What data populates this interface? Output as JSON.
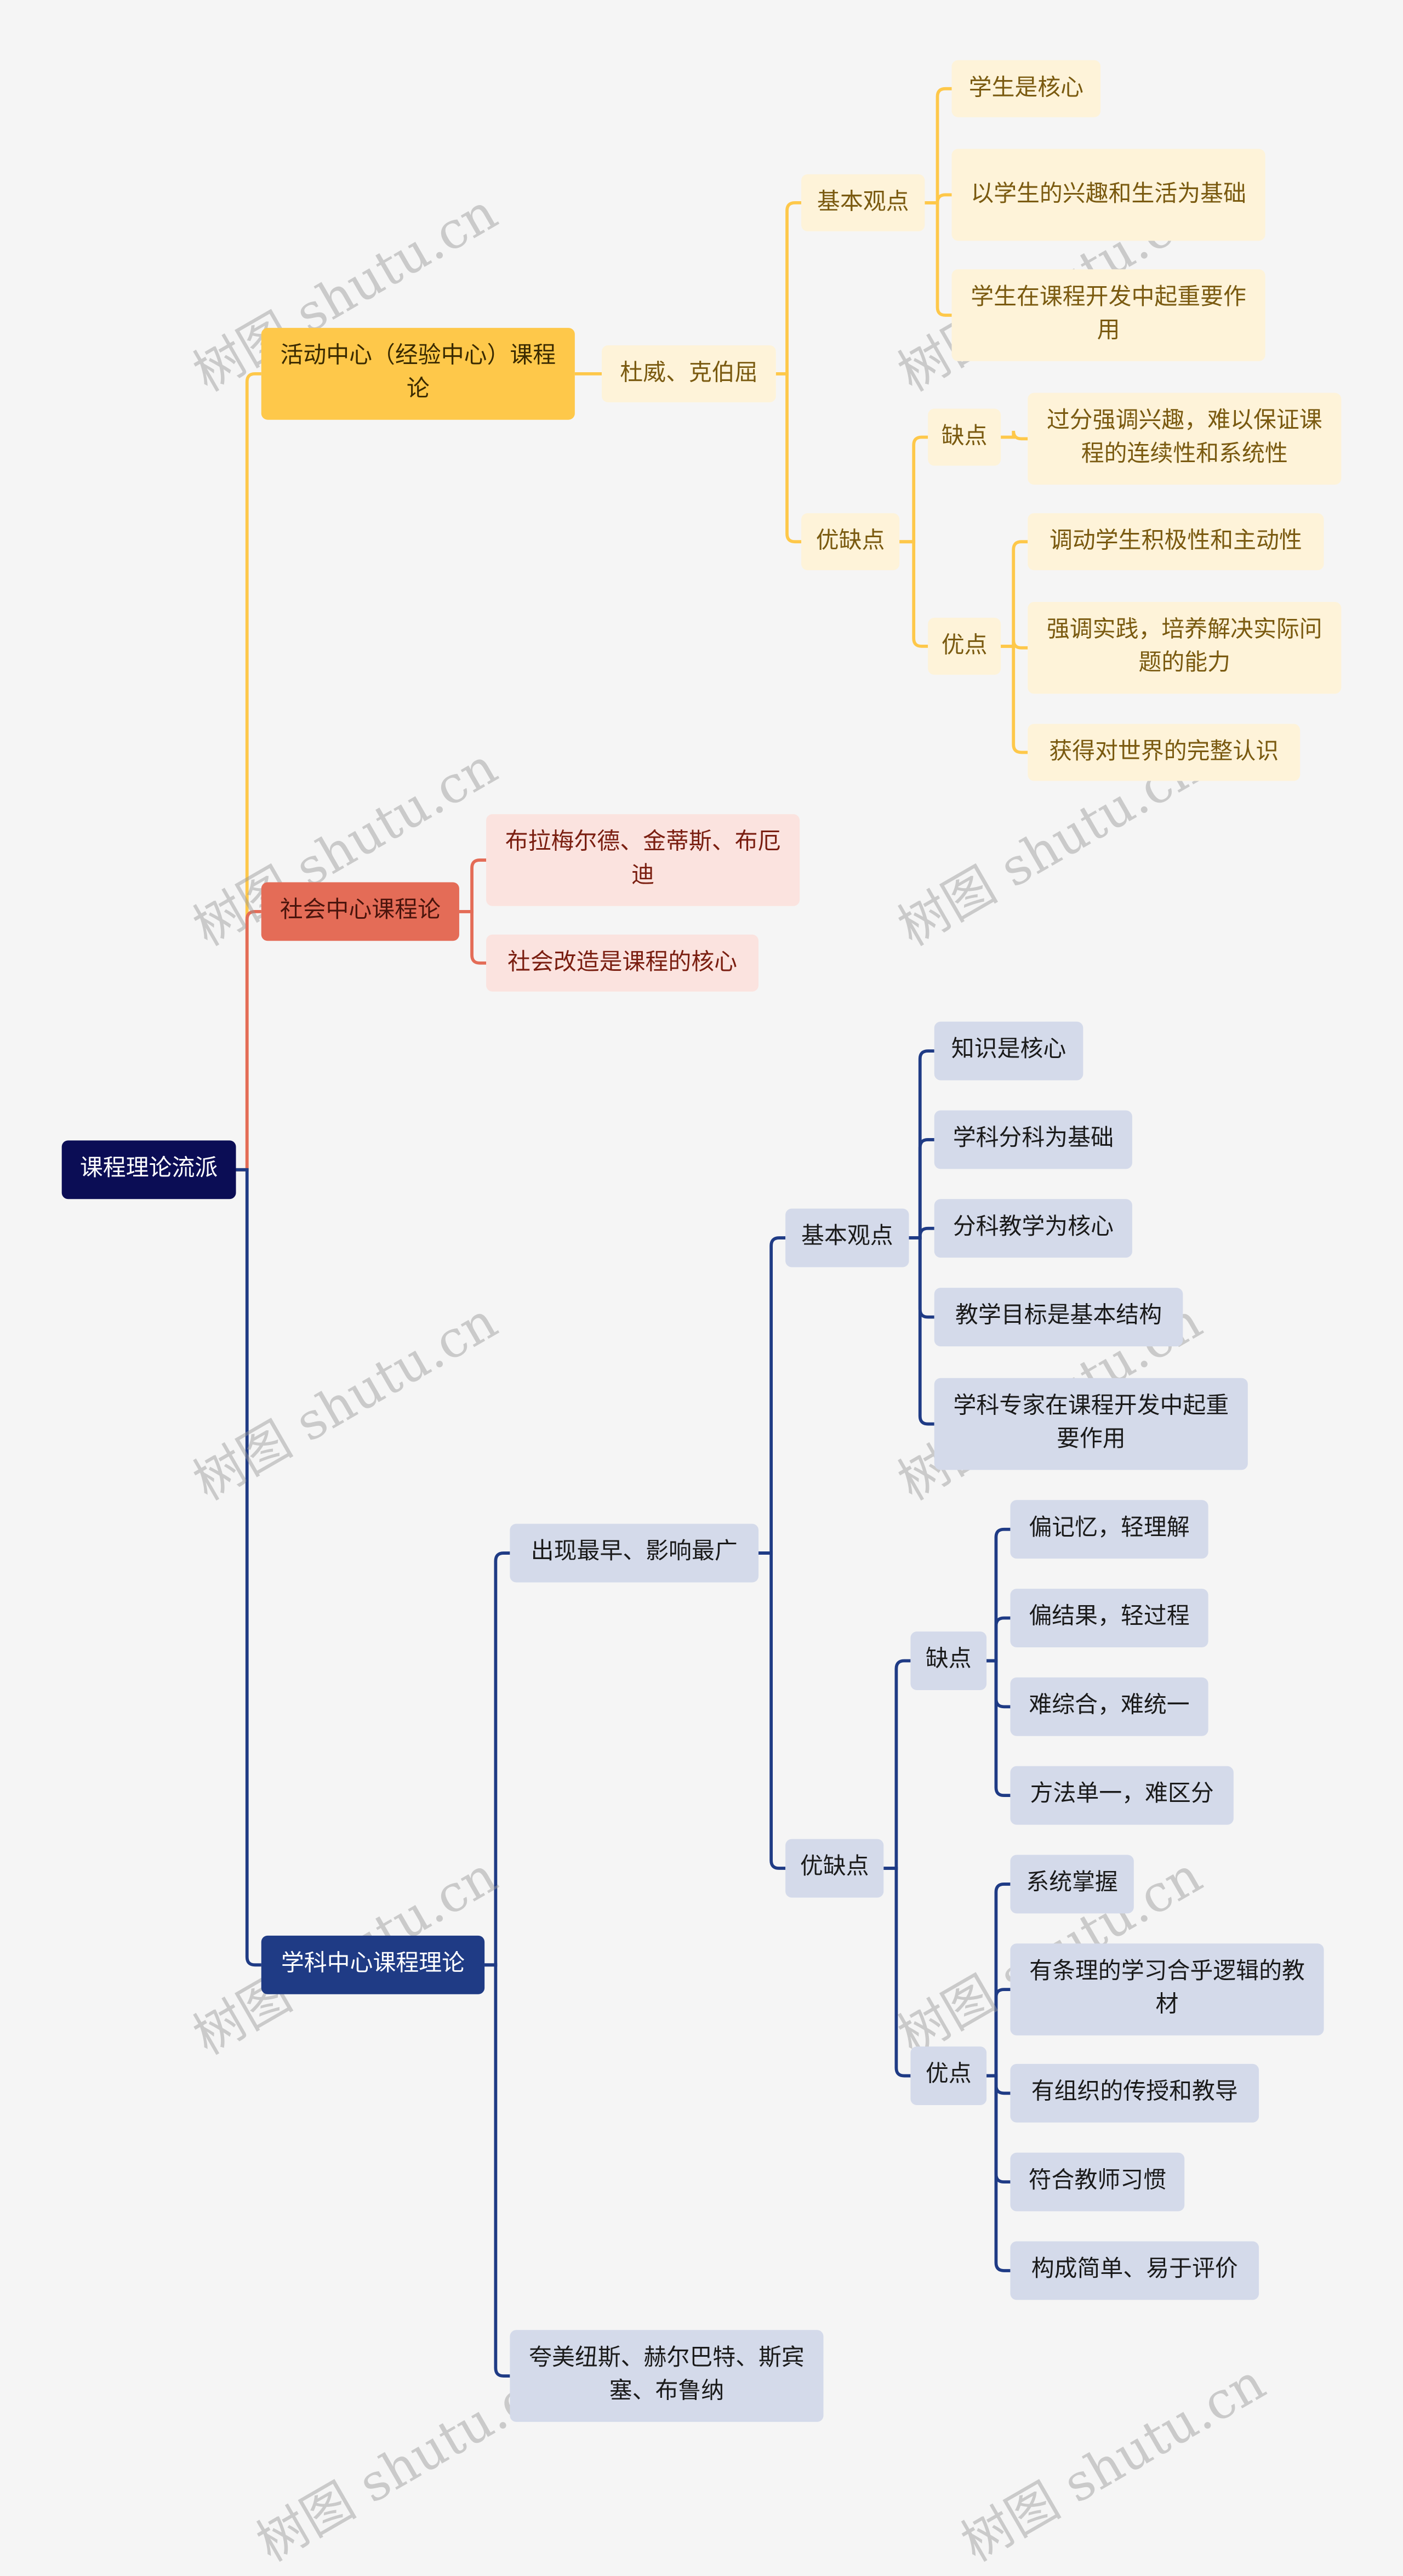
{
  "root": "课程理论流派",
  "watermark": "树图 shutu.cn",
  "colors": {
    "yellow": "#fec84a",
    "red": "#e46c57",
    "blue": "#1f3b85",
    "root": "#0b0d55"
  },
  "activity": {
    "title": "活动中心（经验中心）课程论",
    "people": "杜威、克伯屈",
    "views": {
      "label": "基本观点",
      "items": [
        "学生是核心",
        "以学生的兴趣和生活为基础",
        "学生在课程开发中起重要作用"
      ]
    },
    "pros_cons": {
      "label": "优缺点",
      "cons": {
        "label": "缺点",
        "items": [
          "过分强调兴趣，难以保证课程的连续性和系统性"
        ]
      },
      "pros": {
        "label": "优点",
        "items": [
          "调动学生积极性和主动性",
          "强调实践，培养解决实际问题的能力",
          "获得对世界的完整认识"
        ]
      }
    }
  },
  "social": {
    "title": "社会中心课程论",
    "items": [
      "布拉梅尔德、金蒂斯、布厄迪",
      "社会改造是课程的核心"
    ]
  },
  "subject": {
    "title": "学科中心课程理论",
    "feature": "出现最早、影响最广",
    "people": "夸美纽斯、赫尔巴特、斯宾塞、布鲁纳",
    "views": {
      "label": "基本观点",
      "items": [
        "知识是核心",
        "学科分科为基础",
        "分科教学为核心",
        "教学目标是基本结构",
        "学科专家在课程开发中起重要作用"
      ]
    },
    "pros_cons": {
      "label": "优缺点",
      "cons": {
        "label": "缺点",
        "items": [
          "偏记忆，轻理解",
          "偏结果，轻过程",
          "难综合，难统一",
          "方法单一，难区分"
        ]
      },
      "pros": {
        "label": "优点",
        "items": [
          "系统掌握",
          "有条理的学习合乎逻辑的教材",
          "有组织的传授和教导",
          "符合教师习惯",
          "构成简单、易于评价"
        ]
      }
    }
  }
}
